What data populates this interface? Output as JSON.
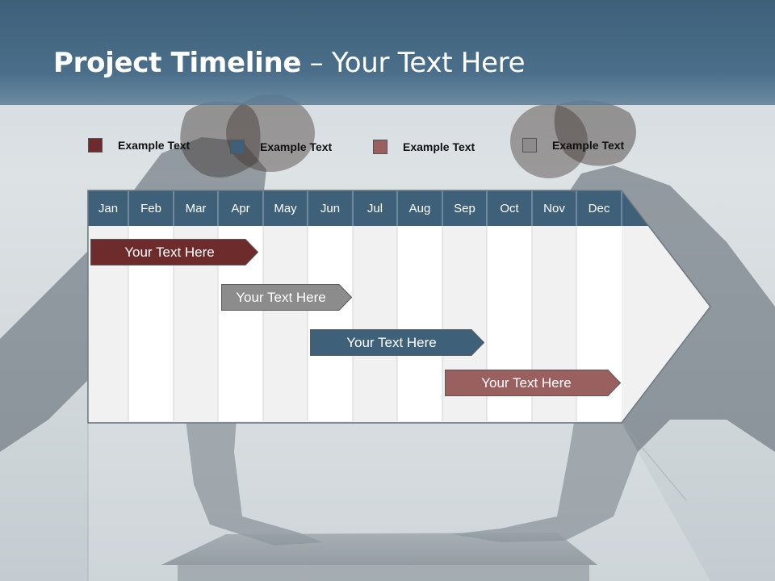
{
  "slide": {
    "title_bold": "Project Timeline",
    "title_rest": " – Your Text Here"
  },
  "legend": [
    {
      "label": "Example Text",
      "color": "#6e2b2b"
    },
    {
      "label": "Example Text",
      "color": "#3e6079"
    },
    {
      "label": "Example Text",
      "color": "#9a6060"
    },
    {
      "label": "Example Text",
      "color": "#8c8c8c"
    }
  ],
  "timeline": {
    "months": [
      "Jan",
      "Feb",
      "Mar",
      "Apr",
      "May",
      "Jun",
      "Jul",
      "Aug",
      "Sep",
      "Oct",
      "Nov",
      "Dec"
    ],
    "header_color": "#3e6079",
    "tasks": [
      {
        "label": "Your  Text Here",
        "color": "#6e2b2b"
      },
      {
        "label": "Your  Text Here",
        "color": "#8c8c8c"
      },
      {
        "label": "Your  Text Here",
        "color": "#3e6079"
      },
      {
        "label": "Your  Text Here",
        "color": "#9a6060"
      }
    ]
  }
}
